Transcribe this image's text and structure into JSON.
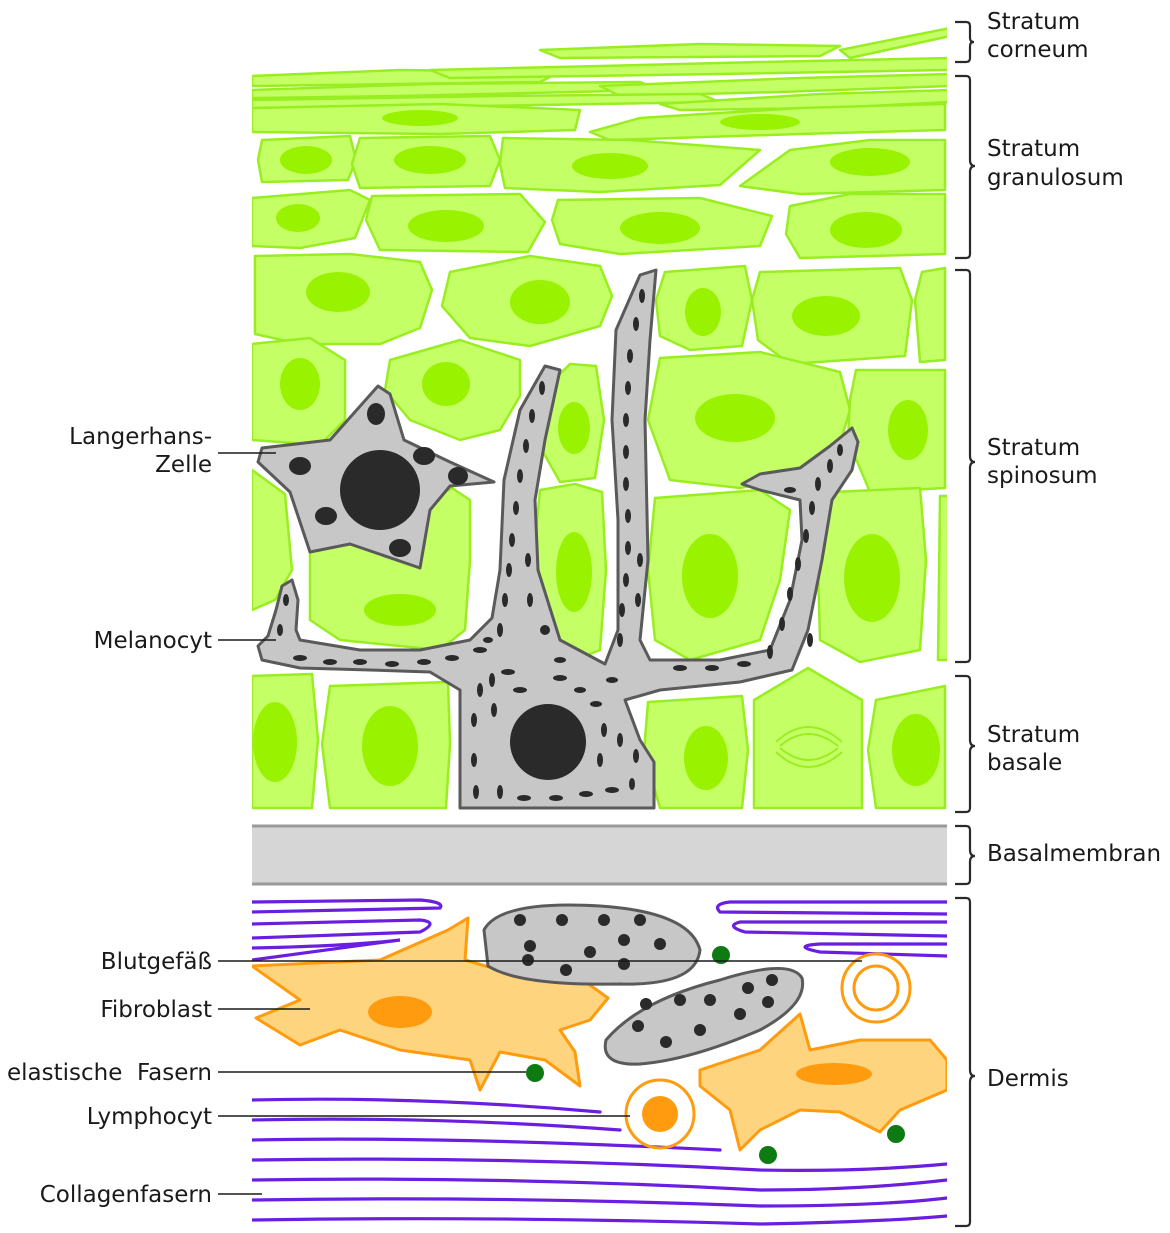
{
  "layers": [
    {
      "id": "corneum",
      "line1": "Stratum",
      "line2": "corneum"
    },
    {
      "id": "granulosum",
      "line1": "Stratum",
      "line2": "granulosum"
    },
    {
      "id": "spinosum",
      "line1": "Stratum",
      "line2": "spinosum"
    },
    {
      "id": "basale",
      "line1": "Stratum",
      "line2": "basale"
    },
    {
      "id": "basalmembran",
      "line1": "Basalmembran"
    },
    {
      "id": "dermis",
      "line1": "Dermis"
    }
  ],
  "left_labels": {
    "langerhans_line1": "Langerhans-",
    "langerhans_line2": "Zelle",
    "melanocyt": "Melanocyt",
    "blutgefaess": "Blutgefäß",
    "fibroblast": "Fibroblast",
    "elastische_fasern": "elastische  Fasern",
    "lymphocyt": "Lymphocyt",
    "collagenfasern": "Collagenfasern"
  },
  "colors": {
    "keratinocyte_fill": "#c5ff66",
    "keratinocyte_nucleus": "#99f200",
    "melanocyte_fill": "#c7c7c7",
    "fibroblast_fill": "#ffd47f",
    "fibroblast_stroke": "#ff9b0f",
    "collagen": "#6a1ee0",
    "elastic_fiber": "#0d7a12",
    "basal_membrane": "#d6d6d6"
  }
}
